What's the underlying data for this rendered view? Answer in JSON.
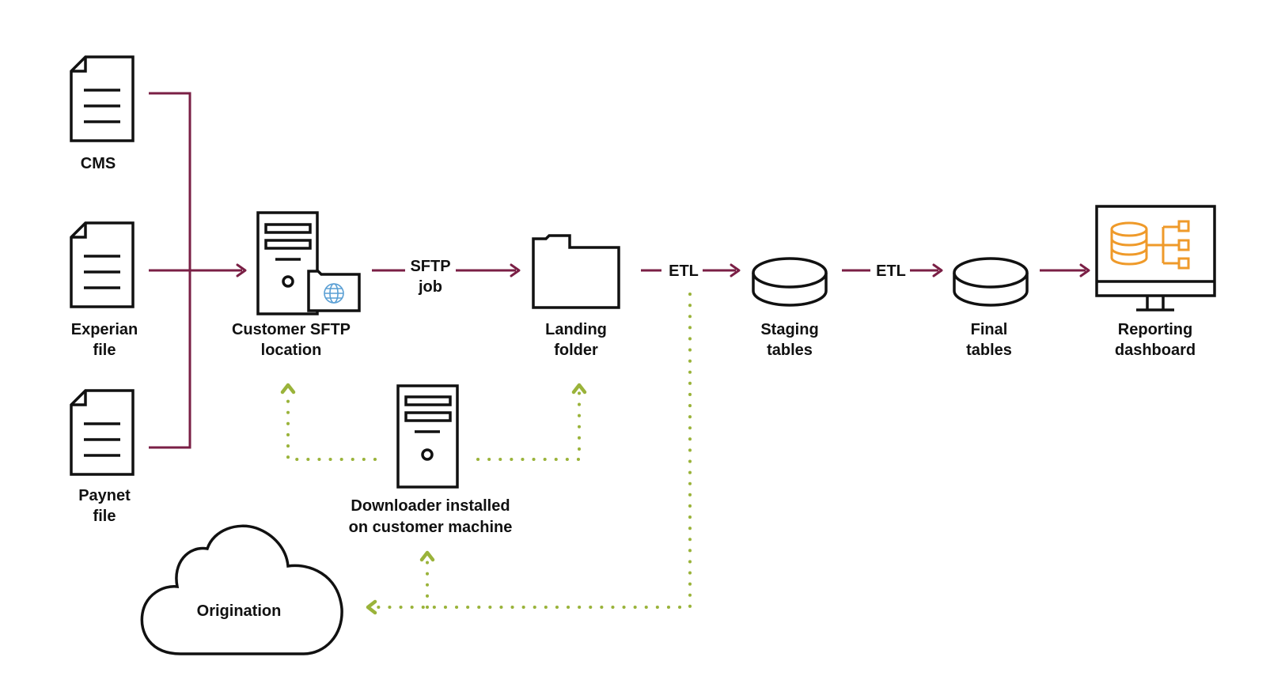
{
  "nodes": {
    "cms": {
      "label": "CMS"
    },
    "experian": {
      "label_line1": "Experian",
      "label_line2": "file"
    },
    "paynet": {
      "label_line1": "Paynet",
      "label_line2": "file"
    },
    "sftp_location": {
      "label_line1": "Customer SFTP",
      "label_line2": "location"
    },
    "landing_folder": {
      "label_line1": "Landing",
      "label_line2": "folder"
    },
    "staging_tables": {
      "label_line1": "Staging",
      "label_line2": "tables"
    },
    "final_tables": {
      "label_line1": "Final",
      "label_line2": "tables"
    },
    "reporting_dashboard": {
      "label_line1": "Reporting",
      "label_line2": "dashboard"
    },
    "downloader": {
      "label_line1": "Downloader installed",
      "label_line2": "on customer machine"
    },
    "origination": {
      "label": "Origination"
    }
  },
  "edges": {
    "sftp_job": {
      "label_line1": "SFTP",
      "label_line2": "job"
    },
    "etl_1": {
      "label": "ETL"
    },
    "etl_2": {
      "label": "ETL"
    }
  },
  "colors": {
    "primary_flow": "#7a1f45",
    "control_flow": "#9ab33a",
    "dashboard_accent": "#ef9a2a",
    "icon_stroke": "#111111"
  },
  "icons": {
    "source_file": "document-icon",
    "sftp_location": "server-with-folder-icon",
    "landing_folder": "folder-icon",
    "tables": "database-disk-icon",
    "dashboard": "monitor-dashboard-icon",
    "downloader": "server-icon",
    "origination": "cloud-icon"
  }
}
